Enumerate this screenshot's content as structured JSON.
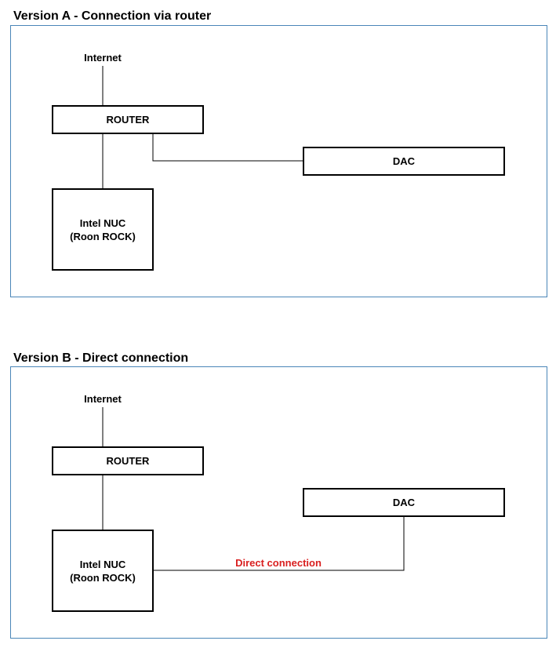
{
  "version_a": {
    "title": "Version A - Connection via router",
    "internet": "Internet",
    "router": "ROUTER",
    "dac": "DAC",
    "nuc": "Intel NUC\n(Roon ROCK)"
  },
  "version_b": {
    "title": "Version B - Direct connection",
    "internet": "Internet",
    "router": "ROUTER",
    "dac": "DAC",
    "nuc": "Intel NUC\n(Roon ROCK)",
    "direct_label": "Direct connection",
    "direct_label_color": "#d91f1f"
  },
  "colors": {
    "panel_border": "#4a86b8",
    "box_border": "#000000"
  }
}
